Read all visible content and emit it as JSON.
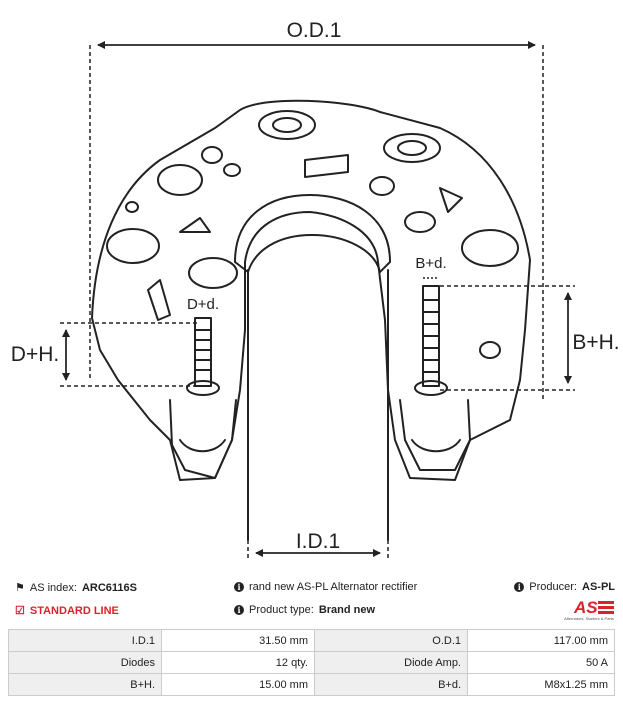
{
  "dimensions": {
    "od1": "O.D.1",
    "id1": "I.D.1",
    "dh": "D+H.",
    "bh": "B+H.",
    "dd": "D+d.",
    "bd": "B+d."
  },
  "info": {
    "as_index_label": "AS index:",
    "as_index_value": "ARC6116S",
    "description": "rand new AS-PL Alternator rectifier",
    "producer_label": "Producer:",
    "producer_value": "AS-PL",
    "standard_line": "STANDARD LINE",
    "product_type_label": "Product type:",
    "product_type_value": "Brand new",
    "logo_text": "AS",
    "logo_tagline": "Alternators, Starters & Parts"
  },
  "specs": [
    {
      "l1": "I.D.1",
      "v1": "31.50 mm",
      "l2": "O.D.1",
      "v2": "117.00 mm"
    },
    {
      "l1": "Diodes",
      "v1": "12 qty.",
      "l2": "Diode Amp.",
      "v2": "50 A"
    },
    {
      "l1": "B+H.",
      "v1": "15.00 mm",
      "l2": "B+d.",
      "v2": "M8x1.25 mm"
    }
  ],
  "colors": {
    "accent": "#d8232a",
    "line": "#222222"
  }
}
